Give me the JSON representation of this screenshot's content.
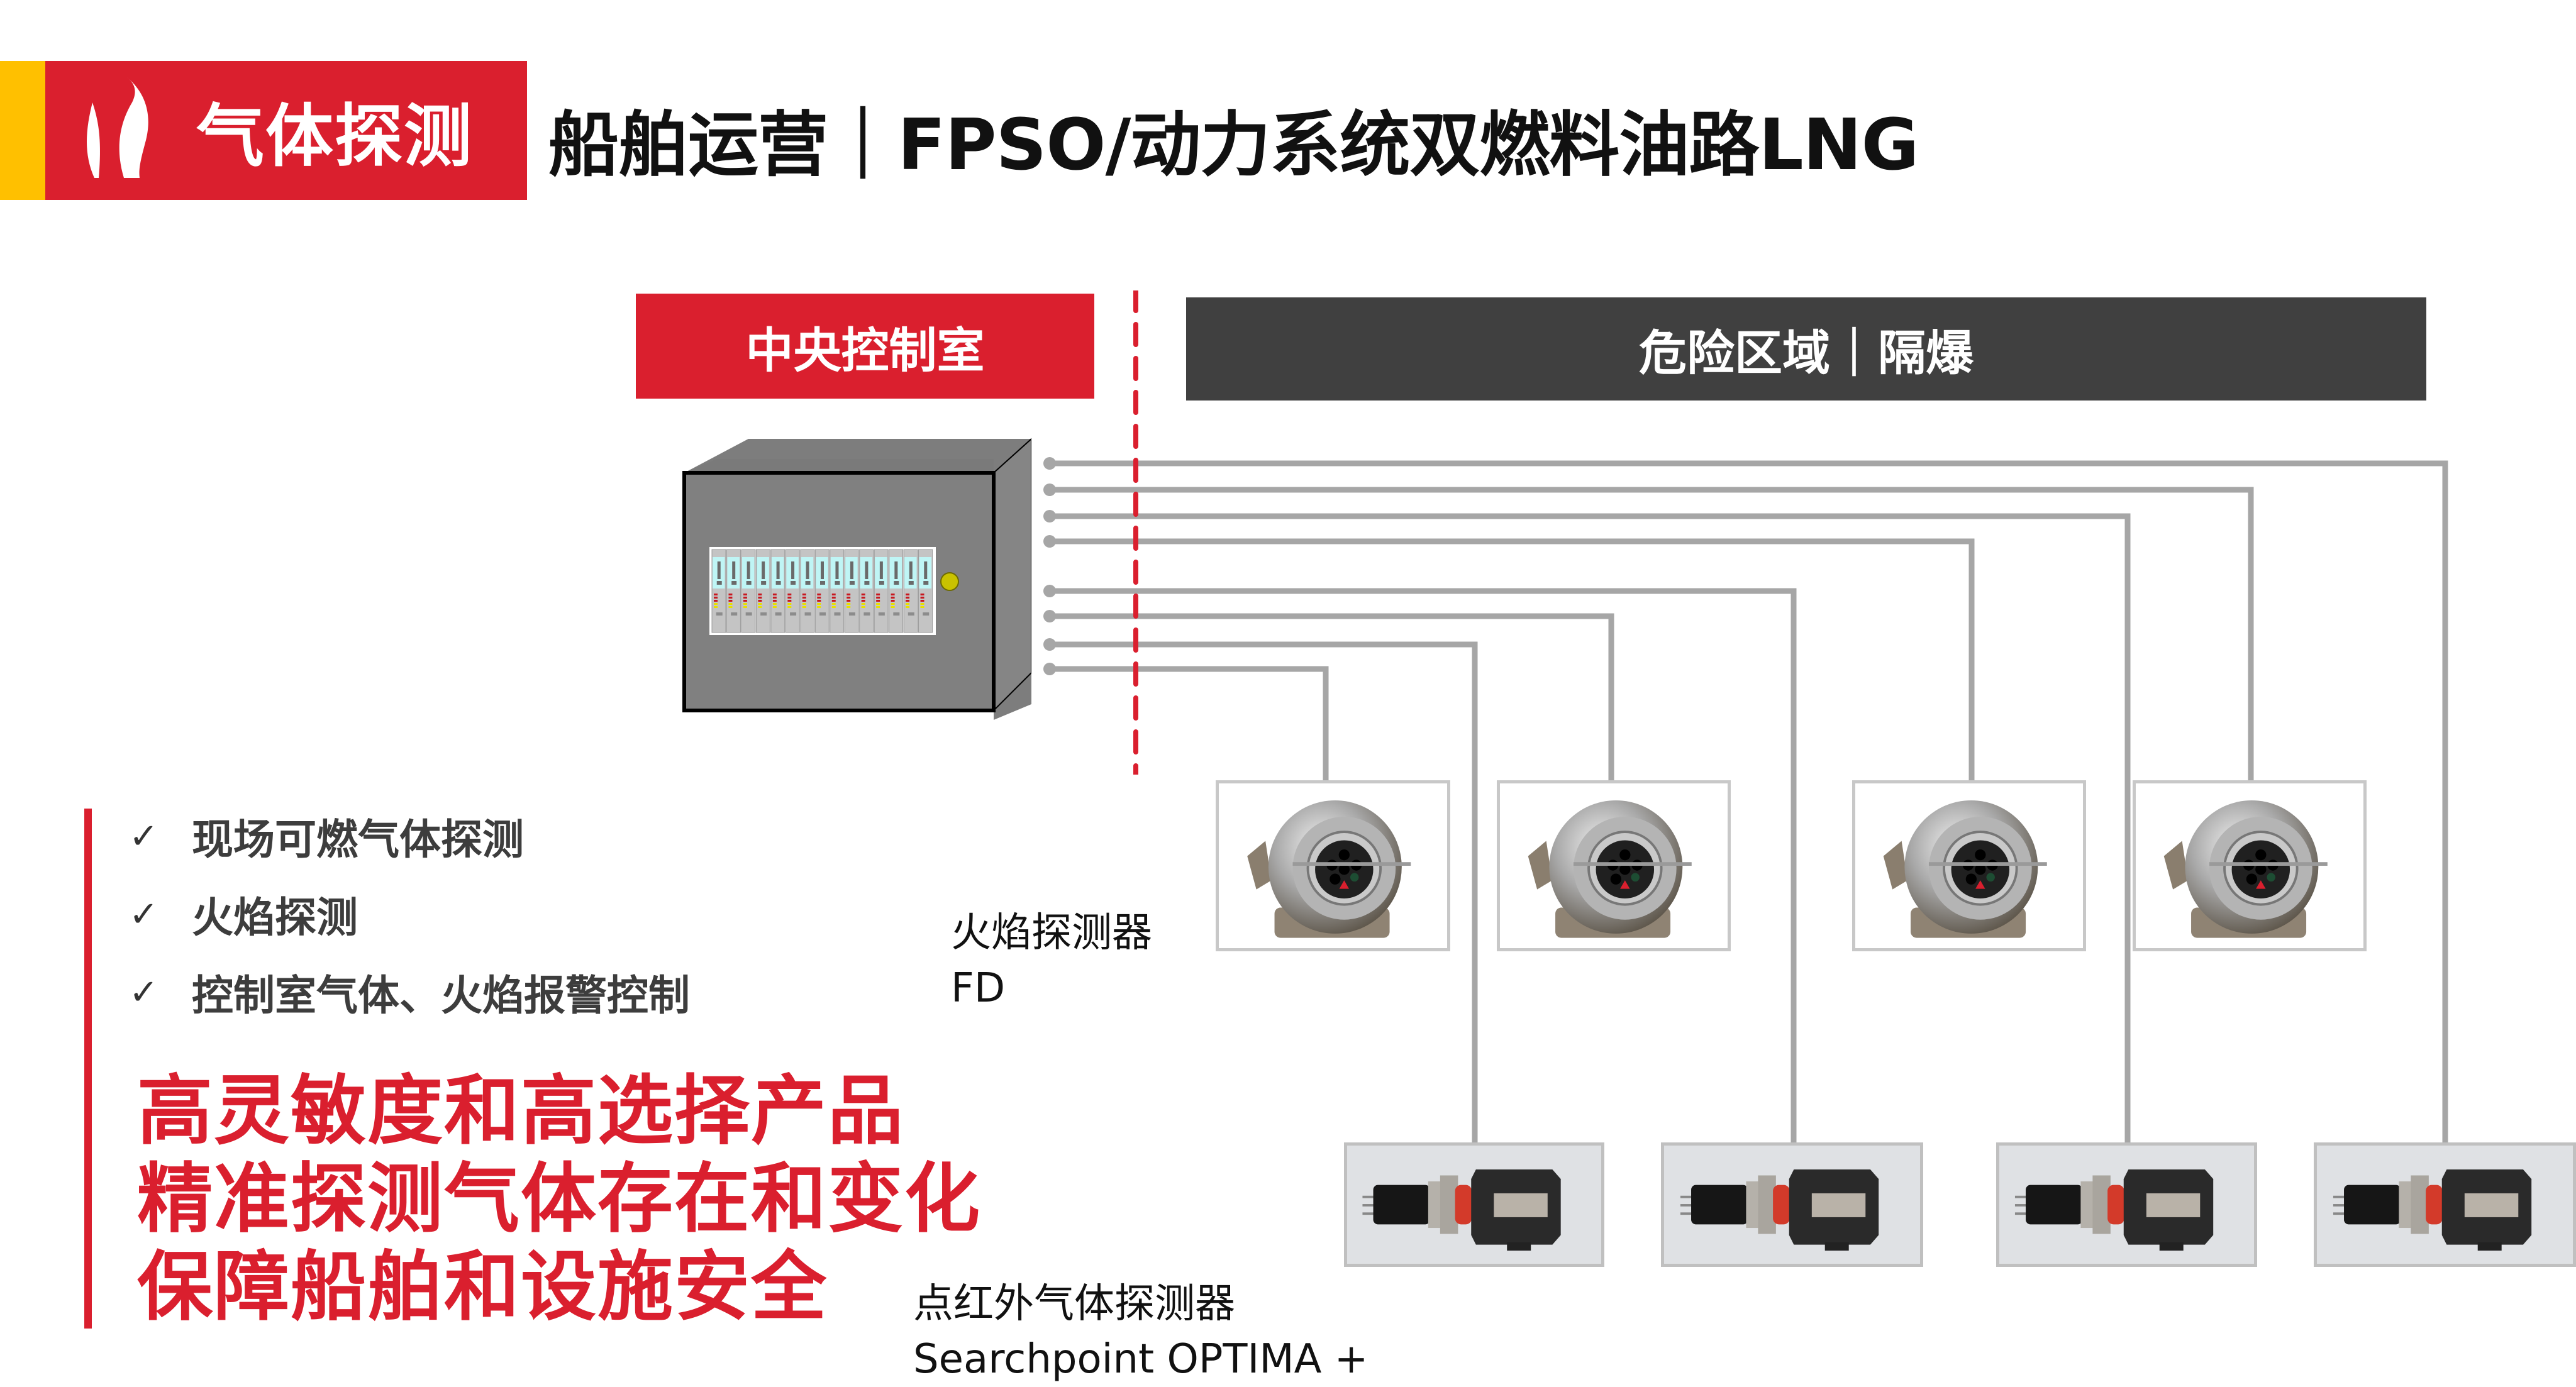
{
  "header": {
    "badge_label": "气体探测",
    "badge_icon": "flame-icon",
    "title": "船舶运营｜FPSO/动力系统双燃料油路LNG"
  },
  "zones": {
    "control_room": "中央控制室",
    "hazardous_area": "危险区域｜隔爆"
  },
  "controller": {
    "name": "control-cabinet",
    "module_count": 15
  },
  "flame_detectors": {
    "label_cn": "火焰探测器",
    "label_en": "FD",
    "count": 4
  },
  "gas_detectors": {
    "label_cn": "点红外气体探测器",
    "label_en": "Searchpoint OPTIMA +",
    "count": 4
  },
  "features": [
    {
      "icon": "check-icon",
      "mark": "✓",
      "text": "现场可燃气体探测"
    },
    {
      "icon": "check-icon",
      "mark": "✓",
      "text": "火焰探测"
    },
    {
      "icon": "check-icon",
      "mark": "✓",
      "text": "控制室气体、火焰报警控制"
    }
  ],
  "slogan": [
    "高灵敏度和高选择产品",
    "精准探测气体存在和变化",
    "保障船舶和设施安全"
  ],
  "colors": {
    "brand_red": "#DA1F2E",
    "accent_yellow": "#FFC000",
    "dark_bar": "#404040",
    "wire_gray": "#A6A6A6"
  }
}
